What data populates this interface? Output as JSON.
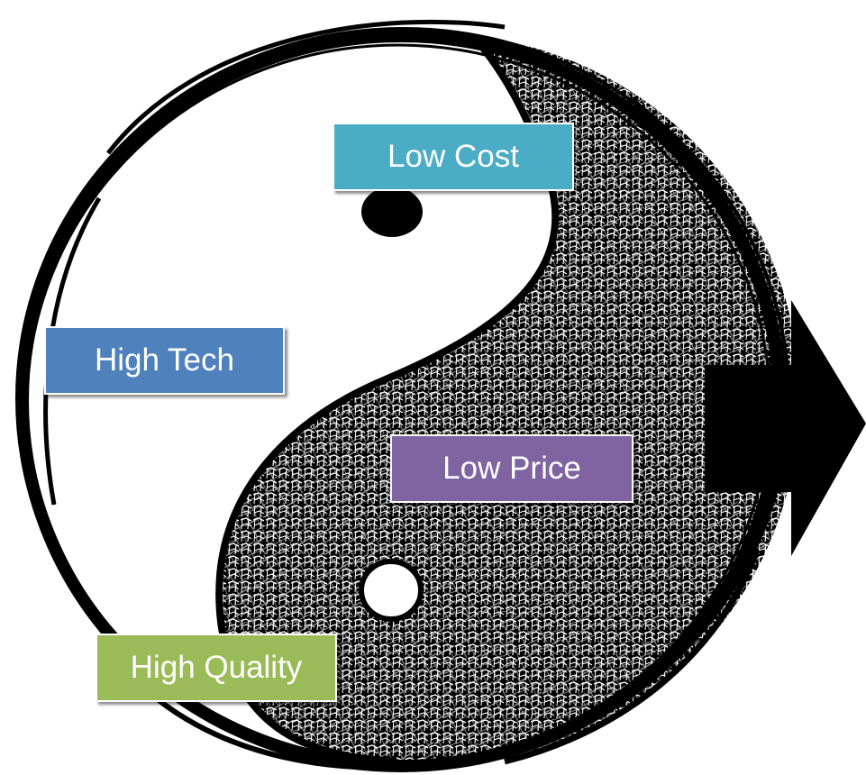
{
  "boxes": [
    {
      "label": "Low Cost",
      "color": "#4bacc6"
    },
    {
      "label": "High Tech",
      "color": "#4f81bd"
    },
    {
      "label": "Low Price",
      "color": "#8064a2"
    },
    {
      "label": "High Quality",
      "color": "#9bbb59"
    }
  ],
  "colors": {
    "ink": "#000000",
    "paper": "#ffffff"
  },
  "icons": [
    "yin-yang-icon",
    "right-arrow-icon"
  ]
}
